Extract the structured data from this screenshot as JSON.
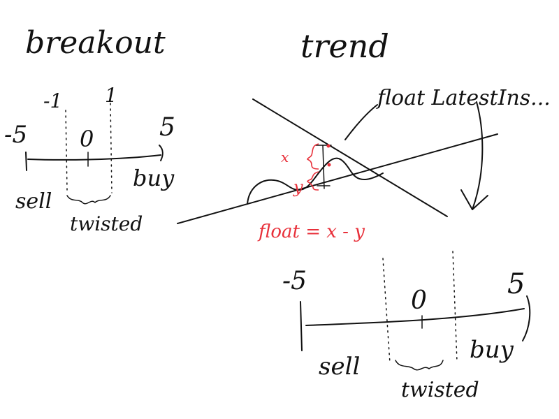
{
  "colors": {
    "ink": "#111111",
    "accent": "#e8303a"
  },
  "breakout": {
    "title": "breakout",
    "tick_left": "-5",
    "tick_neg1": "-1",
    "tick_zero": "0",
    "tick_pos1": "1",
    "tick_right": "5",
    "label_sell": "sell",
    "label_twisted": "twisted",
    "label_buy": "buy"
  },
  "trend": {
    "title": "trend",
    "annotation": "float LatestIns...",
    "marker_x": "x",
    "marker_y": "y",
    "formula": "float = x - y"
  },
  "scale_bottom": {
    "tick_left": "-5",
    "tick_zero": "0",
    "tick_right": "5",
    "label_sell": "sell",
    "label_twisted": "twisted",
    "label_buy": "buy"
  }
}
